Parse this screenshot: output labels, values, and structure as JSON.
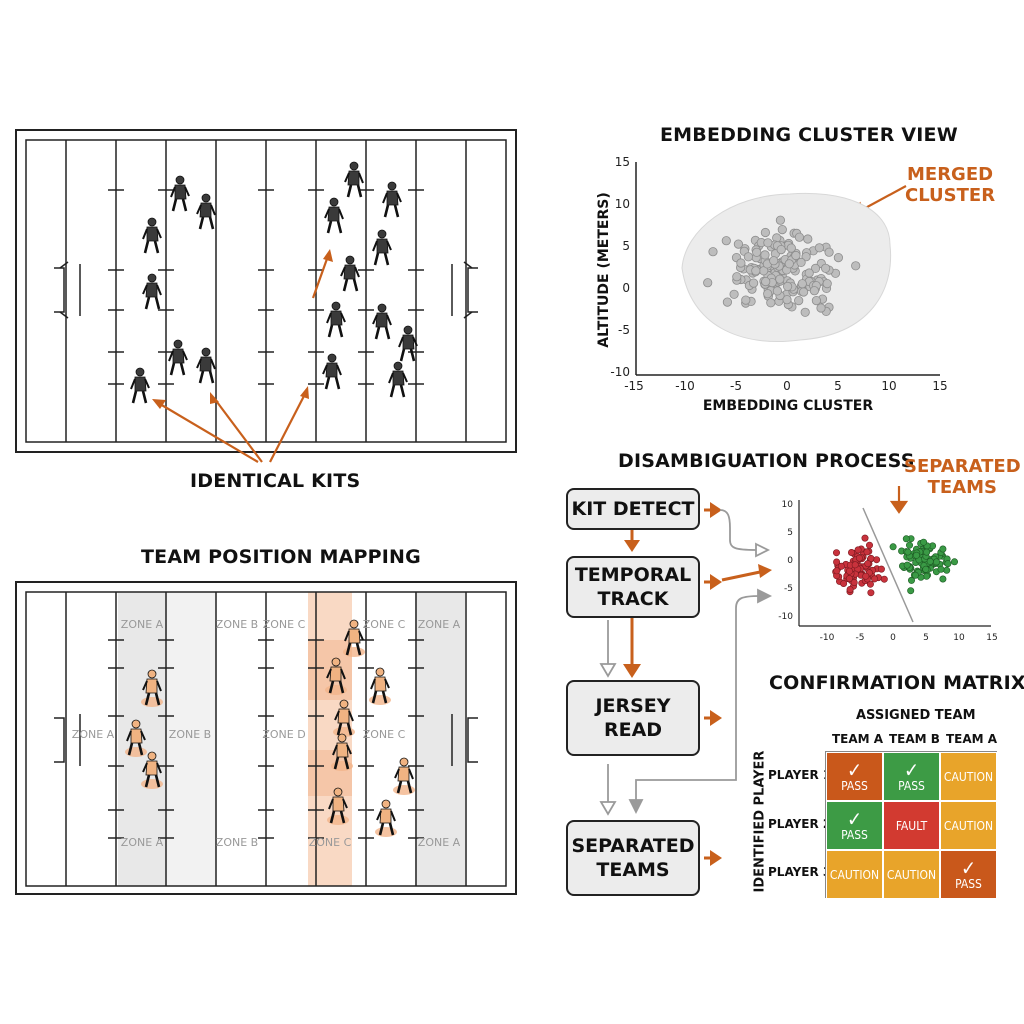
{
  "field_top": {
    "label": "IDENTICAL KITS"
  },
  "field_bottom": {
    "title": "TEAM POSITION MAPPING",
    "zones": [
      "ZONE A",
      "ZONE B",
      "ZONE C",
      "ZONE D"
    ]
  },
  "embedding": {
    "title": "EMBEDDING CLUSTER VIEW",
    "annotation": [
      "MERGED",
      "CLUSTER"
    ],
    "xlabel": "EMBEDDING CLUSTER",
    "ylabel": "ALTITUDE (METERS)",
    "xticks": [
      "-15",
      "-10",
      "-5",
      "0",
      "5",
      "10",
      "15"
    ],
    "yticks": [
      "15",
      "10",
      "5",
      "0",
      "-5",
      "-10"
    ]
  },
  "process": {
    "title": "DISAMBIGUATION PROCESS",
    "steps": [
      "KIT DETECT",
      "TEMPORAL TRACK",
      "JERSEY READ",
      "SEPARATED TEAMS"
    ],
    "annotation": [
      "SEPARATED",
      "TEAMS"
    ]
  },
  "separated_plot": {
    "xticks": [
      "-10",
      "-5",
      "0",
      "5",
      "10",
      "15"
    ],
    "yticks": [
      "10",
      "5",
      "0",
      "-5",
      "-10"
    ]
  },
  "matrix": {
    "title": "CONFIRMATION MATRIX",
    "col_header": "ASSIGNED TEAM",
    "row_header": "IDENTIFIED PLAYER",
    "columns": [
      "TEAM A",
      "TEAM B",
      "TEAM A"
    ],
    "rows": [
      {
        "label": "PLAYER 1",
        "cells": [
          {
            "text": "PASS",
            "status": "pass-orange",
            "check": true
          },
          {
            "text": "PASS",
            "status": "pass-green",
            "check": true
          },
          {
            "text": "CAUTION",
            "status": "caution",
            "check": false
          }
        ]
      },
      {
        "label": "PLAYER 2",
        "cells": [
          {
            "text": "PASS",
            "status": "pass-green",
            "check": true
          },
          {
            "text": "FAULT",
            "status": "fault",
            "check": false
          },
          {
            "text": "CAUTION",
            "status": "caution",
            "check": false
          }
        ]
      },
      {
        "label": "PLAYER 3",
        "cells": [
          {
            "text": "CAUTION",
            "status": "caution",
            "check": false
          },
          {
            "text": "CAUTION",
            "status": "caution",
            "check": false
          },
          {
            "text": "PASS",
            "status": "pass-orange",
            "check": true
          }
        ]
      }
    ],
    "colors": {
      "pass-orange": "#c9581b",
      "pass-green": "#3d9b45",
      "caution": "#e8a42a",
      "fault": "#d23a30"
    }
  },
  "colors": {
    "accent": "#c8601c",
    "red_team": "#c8323c",
    "green_team": "#3a9a45"
  }
}
